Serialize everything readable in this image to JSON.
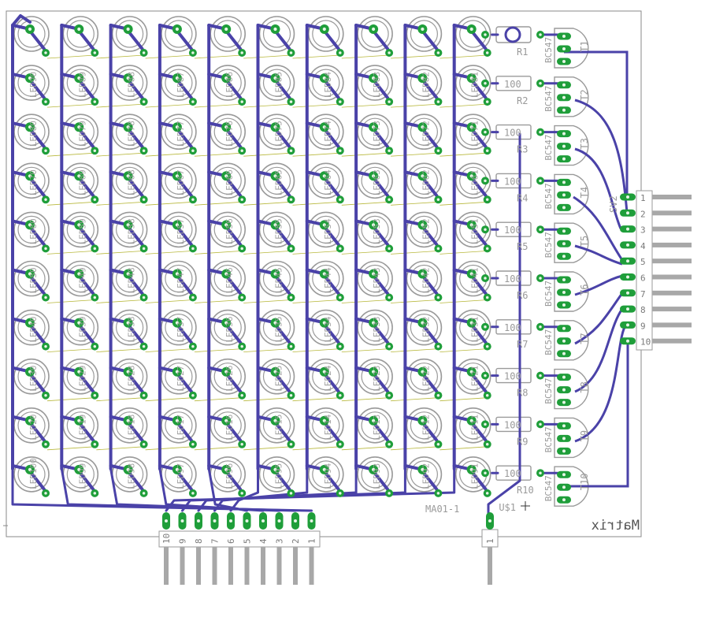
{
  "board": {
    "title": "Matrix",
    "mirror_title": true,
    "colors": {
      "outline": "#8a8a8a",
      "trace": "#4a42a8",
      "pad": "#1f9e3a",
      "drill": "#e6f5e6",
      "silk": "#9a9a9a",
      "airwire": "#b8b83c",
      "pin": "#a8a8a8"
    }
  },
  "led_matrix": {
    "rows": 10,
    "cols": 10,
    "labels": [
      [
        "",
        "",
        "",
        "",
        "",
        "",
        "",
        "",
        "",
        ""
      ],
      [
        "LED90",
        "LED89",
        "LED88",
        "LED87",
        "LED86",
        "LED85",
        "LED84",
        "LED83",
        "LED82",
        "LED81"
      ],
      [
        "LED80",
        "LED79",
        "LED78",
        "LED77",
        "LED76",
        "LED75",
        "LED74",
        "LED73",
        "LED72",
        "LED71"
      ],
      [
        "LED70",
        "LED69",
        "LED68",
        "LED67",
        "LED66",
        "LED65",
        "LED64",
        "LED63",
        "LED62",
        "LED61"
      ],
      [
        "LED60",
        "LED59",
        "LED58",
        "LED57",
        "LED56",
        "LED55",
        "LED54",
        "LED53",
        "LED52",
        "LED51"
      ],
      [
        "LED50",
        "LED49",
        "LED48",
        "LED47",
        "LED46",
        "LED45",
        "LED44",
        "LED43",
        "LED42",
        "LED41"
      ],
      [
        "LED40",
        "LED39",
        "LED38",
        "LED37",
        "LED36",
        "LED35",
        "LED34",
        "LED33",
        "LED32",
        "LED31"
      ],
      [
        "LED30",
        "LED29",
        "LED28",
        "LED27",
        "LED26",
        "LED25",
        "LED24",
        "LED23",
        "LED22",
        "LED21"
      ],
      [
        "LED20",
        "LED19",
        "LED18",
        "LED17",
        "LED16",
        "LED15",
        "LED14",
        "LED13",
        "LED12",
        "LED11"
      ],
      [
        "LED100",
        "LED99",
        "LED98",
        "LED97",
        "LED96",
        "LED95",
        "LED94",
        "LED93",
        "LED92",
        "LED91"
      ]
    ]
  },
  "resistors": [
    {
      "name": "R1",
      "value": ""
    },
    {
      "name": "R2",
      "value": "100"
    },
    {
      "name": "R3",
      "value": "100"
    },
    {
      "name": "R4",
      "value": "100"
    },
    {
      "name": "R5",
      "value": "100"
    },
    {
      "name": "R6",
      "value": "100"
    },
    {
      "name": "R7",
      "value": "100"
    },
    {
      "name": "R8",
      "value": "100"
    },
    {
      "name": "R9",
      "value": "100"
    },
    {
      "name": "R10",
      "value": "100"
    }
  ],
  "transistors": [
    {
      "name": "T1",
      "type": "BC547"
    },
    {
      "name": "T2",
      "type": "BC547"
    },
    {
      "name": "T3",
      "type": "BC547"
    },
    {
      "name": "T4",
      "type": "BC547"
    },
    {
      "name": "T5",
      "type": "BC547"
    },
    {
      "name": "T6",
      "type": "BC547"
    },
    {
      "name": "T7",
      "type": "BC547"
    },
    {
      "name": "T8",
      "type": "BC547"
    },
    {
      "name": "T9",
      "type": "BC547"
    },
    {
      "name": "T10",
      "type": "BC547"
    }
  ],
  "connectors": {
    "bottom": {
      "name": "MA01-1",
      "pins": [
        "10",
        "9",
        "8",
        "7",
        "6",
        "5",
        "4",
        "3",
        "2",
        "1"
      ]
    },
    "single": {
      "name": "U$1",
      "pins": [
        "1"
      ]
    },
    "right": {
      "name": "SV2",
      "pins": [
        "1",
        "2",
        "3",
        "4",
        "5",
        "6",
        "7",
        "8",
        "9",
        "10"
      ]
    }
  }
}
